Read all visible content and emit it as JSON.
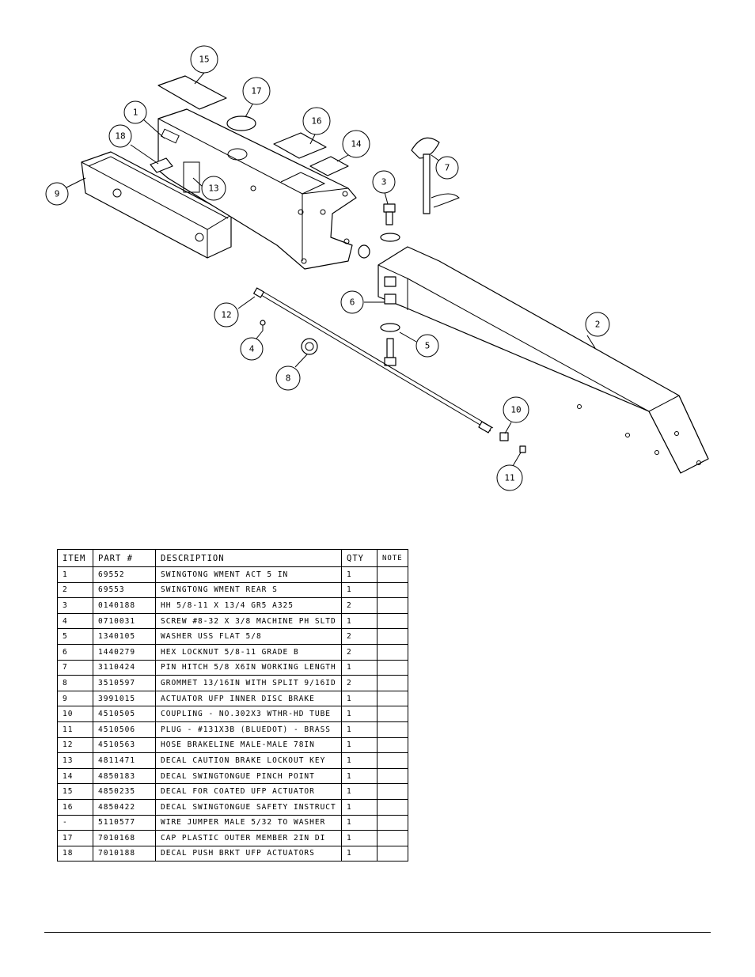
{
  "table": {
    "headers": [
      "ITEM",
      "PART #",
      "DESCRIPTION",
      "QTY",
      "NOTE"
    ],
    "rows": [
      [
        "1",
        "69552",
        "SWINGTONG WMENT ACT 5 IN",
        "1",
        ""
      ],
      [
        "2",
        "69553",
        "SWINGTONG WMENT REAR S",
        "1",
        ""
      ],
      [
        "3",
        "0140188",
        "HH 5/8-11 X 13/4  GR5 A325",
        "2",
        ""
      ],
      [
        "4",
        "0710031",
        "SCREW #8-32 X 3/8 MACHINE PH SLTD",
        "1",
        ""
      ],
      [
        "5",
        "1340105",
        "WASHER USS FLAT 5/8",
        "2",
        ""
      ],
      [
        "6",
        "1440279",
        "HEX LOCKNUT 5/8-11 GRADE B",
        "2",
        ""
      ],
      [
        "7",
        "3110424",
        "PIN HITCH 5/8 X6IN WORKING LENGTH",
        "1",
        ""
      ],
      [
        "8",
        "3510597",
        "GROMMET 13/16IN  WITH SPLIT 9/16ID",
        "2",
        ""
      ],
      [
        "9",
        "3991015",
        "ACTUATOR UFP INNER  DISC BRAKE",
        "1",
        ""
      ],
      [
        "10",
        "4510505",
        "COUPLING - NO.302X3 WTHR-HD TUBE",
        "1",
        ""
      ],
      [
        "11",
        "4510506",
        "PLUG - #131X3B (BLUEDOT) - BRASS",
        "1",
        ""
      ],
      [
        "12",
        "4510563",
        "HOSE BRAKELINE MALE-MALE 78IN",
        "1",
        ""
      ],
      [
        "13",
        "4811471",
        "DECAL CAUTION BRAKE LOCKOUT KEY",
        "1",
        ""
      ],
      [
        "14",
        "4850183",
        "DECAL SWINGTONGUE PINCH POINT",
        "1",
        ""
      ],
      [
        "15",
        "4850235",
        "DECAL FOR COATED UFP ACTUATOR",
        "1",
        ""
      ],
      [
        "16",
        "4850422",
        "DECAL SWINGTONGUE SAFETY INSTRUCT",
        "1",
        ""
      ],
      [
        "-",
        "5110577",
        "WIRE JUMPER MALE 5/32 TO WASHER",
        "1",
        ""
      ],
      [
        "17",
        "7010168",
        "CAP  PLASTIC OUTER MEMBER 2IN DI",
        "1",
        ""
      ],
      [
        "18",
        "7010188",
        "DECAL PUSH BRKT UFP ACTUATORS",
        "1",
        ""
      ]
    ]
  },
  "callouts": [
    "1",
    "2",
    "3",
    "4",
    "5",
    "6",
    "7",
    "8",
    "9",
    "10",
    "11",
    "12",
    "13",
    "14",
    "15",
    "16",
    "17",
    "18"
  ]
}
